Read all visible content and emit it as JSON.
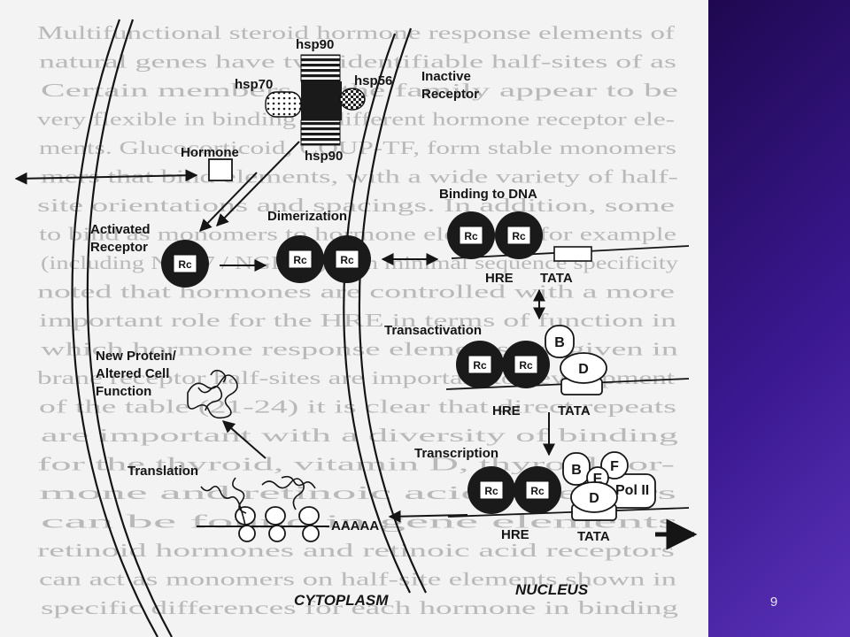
{
  "slide": {
    "page_number": "9",
    "colors": {
      "panel": "#2e1278",
      "scan_bg": "#f3f3f3",
      "ink": "#151515"
    }
  },
  "figure": {
    "background_text": [
      "Multifunctional steroid hormone response elements of",
      "natural genes have two identifiable half-sites of as",
      "Certain members of the family appear to be",
      "very flexible in binding to different hormone receptor ele-",
      "ments. Glucocorticoid, COUP-TF, form stable monomers",
      "mers that bind elements, with a wide variety of half-",
      "site orientations and spacings. In addition, some",
      "to bind as monomers to hormone elements, for example",
      "(including Nur77 / NGFI-B) with minimal sequence specificity",
      "noted that hormones are controlled with a more",
      "important role for the HRE in terms of function in",
      "which hormone response elements are given in",
      "brane receptor half-sites are important to development",
      "of the table (21-24) it is clear that direct repeats",
      "are important with a diversity of binding",
      "for the thyroid, vitamin D, thyroid hor-",
      "mone and retinoic acid receptors",
      "can be found in gene elements",
      "retinoid hormones and retinoic acid receptors",
      "can act as monomers on half-site elements shown in",
      "specific differences for each hormone in binding"
    ],
    "labels": {
      "hsp90_top": "hsp90",
      "hsp90_bottom": "hsp90",
      "hsp70": "hsp70",
      "hsp56": "hsp56",
      "inactive_receptor_line1": "Inactive",
      "inactive_receptor_line2": "Receptor",
      "hormone": "Hormone",
      "activated_receptor_line1": "Activated",
      "activated_receptor_line2": "Receptor",
      "dimerization": "Dimerization",
      "binding_to_dna": "Binding to DNA",
      "transactivation": "Transactivation",
      "transcription": "Transcription",
      "new_protein_line1": "New Protein/",
      "new_protein_line2": "Altered Cell",
      "new_protein_line3": "Function",
      "translation": "Translation",
      "aaaaa": "AAAAA",
      "cytoplasm": "CYTOPLASM",
      "nucleus": "NUCLEUS",
      "hre_1": "HRE",
      "tata_1": "TATA",
      "hre_2": "HRE",
      "tata_2": "TATA",
      "hre_3": "HRE",
      "tata_3": "TATA",
      "rc": "Rc",
      "factor_b": "B",
      "factor_d": "D",
      "factor_e": "E",
      "factor_f": "F",
      "pol_ii": "Pol II"
    }
  }
}
